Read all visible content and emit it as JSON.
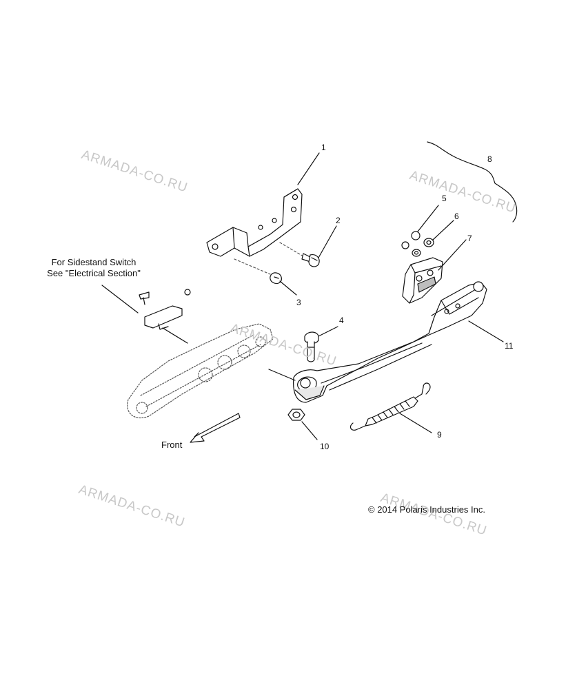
{
  "callouts": [
    "1",
    "2",
    "3",
    "4",
    "5",
    "6",
    "7",
    "8",
    "9",
    "10",
    "11"
  ],
  "note": {
    "line1": "For Sidestand Switch",
    "line2": "See \"Electrical Section\""
  },
  "front_label": "Front",
  "copyright": "© 2014 Polaris Industries Inc.",
  "watermark": "ARMADA-CO.RU",
  "colors": {
    "ink": "#111111",
    "phantom": "#555555",
    "watermark": "#c8c8c8"
  }
}
